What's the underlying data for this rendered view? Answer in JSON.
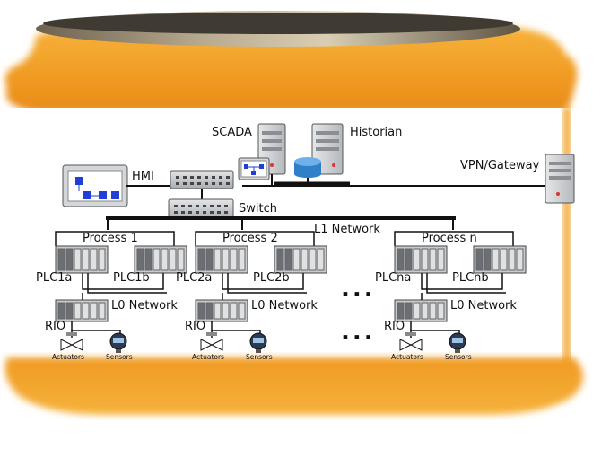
{
  "labels": {
    "scada": "SCADA",
    "historian": "Historian",
    "hmi": "HMI",
    "vpn": "VPN/Gateway",
    "switch": "Switch",
    "l1": "L1 Network",
    "process1": "Process 1",
    "process2": "Process 2",
    "processn": "Process n",
    "plc1a": "PLC1a",
    "plc1b": "PLC1b",
    "plc2a": "PLC2a",
    "plc2b": "PLC2b",
    "plcna": "PLCna",
    "plcnb": "PLCnb",
    "l0": "L0 Network",
    "rio": "RIO",
    "actuators": "Actuators",
    "sensors": "Sensors",
    "ellipsis": "..."
  },
  "colors": {
    "jar_orange": "#f2a227",
    "jar_orange_dark": "#e8851a",
    "lid": "#a0937a",
    "device_grey": "#c9ccd0",
    "screen_blue": "#1f3fd6",
    "db_blue": "#2f7fc9",
    "line": "#111111"
  }
}
